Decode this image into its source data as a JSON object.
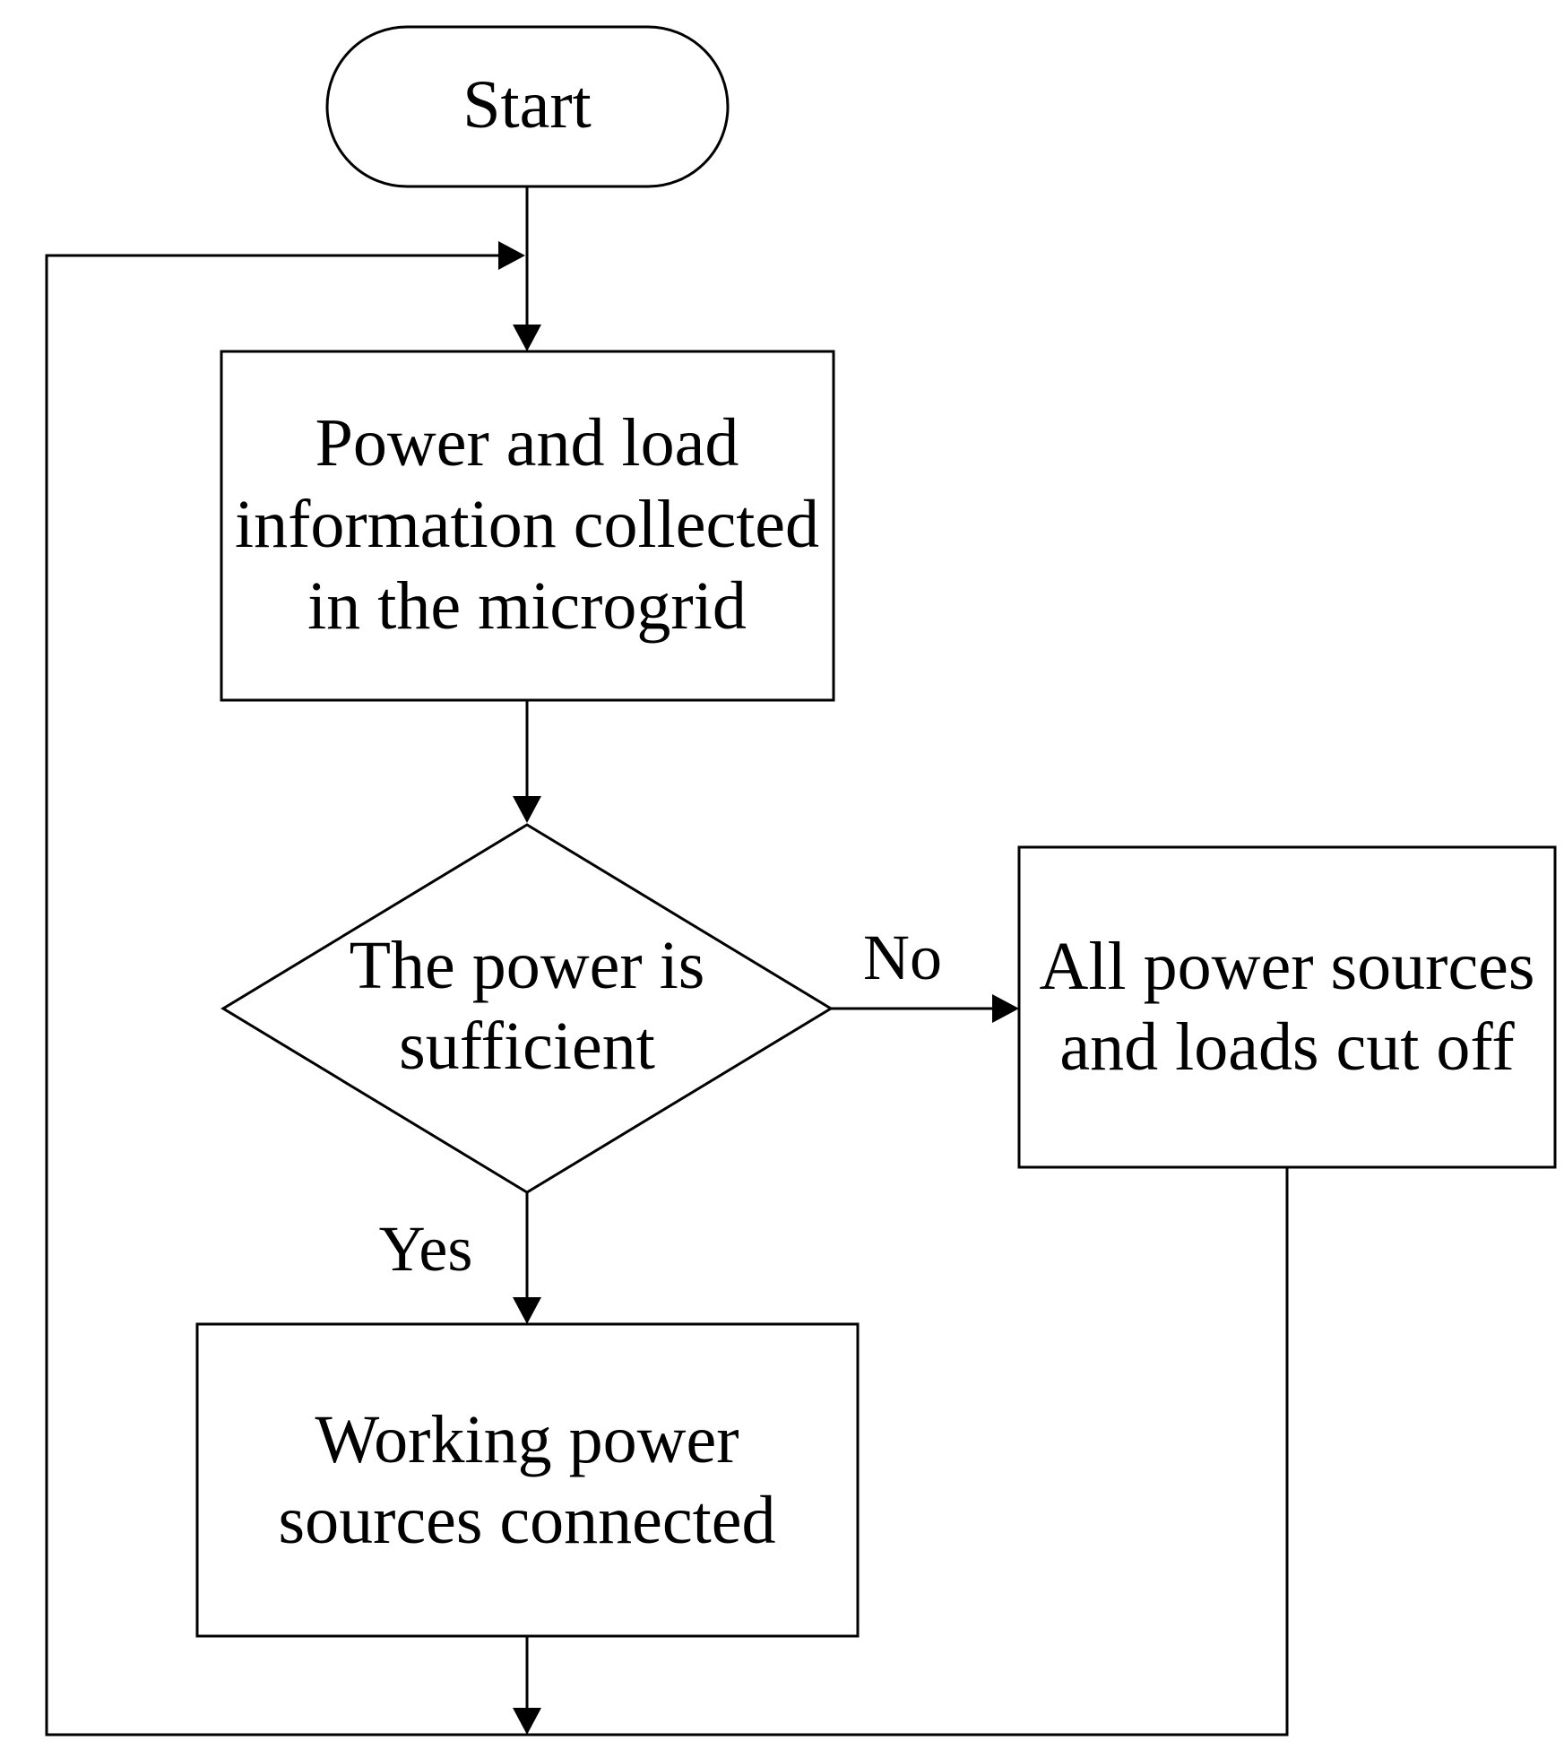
{
  "diagram": {
    "type": "flowchart",
    "nodes": {
      "start": {
        "lines": [
          "Start"
        ]
      },
      "collect": {
        "lines": [
          "Power and load",
          "information collected",
          "in the microgrid"
        ]
      },
      "decision": {
        "lines": [
          "The power is",
          "sufficient"
        ]
      },
      "cutoff": {
        "lines": [
          "All power sources",
          "and loads cut off"
        ]
      },
      "connect": {
        "lines": [
          "Working power",
          "sources connected"
        ]
      }
    },
    "edges": {
      "no_label": "No",
      "yes_label": "Yes"
    }
  }
}
